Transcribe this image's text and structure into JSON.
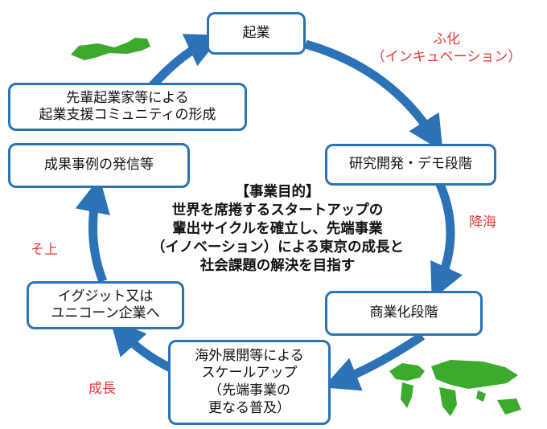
{
  "colors": {
    "arrow": "#2b72b6",
    "box_border": "#2b72b6",
    "accent_text": "#e03c3c",
    "map": "#3caa2d"
  },
  "icons": {
    "japan": "japan-map-icon",
    "world": "world-map-icon"
  },
  "steps": {
    "kigyo": "起業",
    "kenkyu": "研究開発・デモ段階",
    "shogyo": "商業化段階",
    "kaigai": [
      "海外展開等による",
      "スケールアップ",
      "（先端事業の",
      "更なる普及）"
    ],
    "exit": [
      "イグジット又は",
      "ユニコーン企業へ"
    ],
    "hasshin": "成果事例の発信等",
    "community": [
      "先輩起業家等による",
      "起業支援コミュニティの形成"
    ]
  },
  "phases": {
    "incubation": [
      "ふ化",
      "（インキュベーション）"
    ],
    "kokai": "降海",
    "seicho": "成長",
    "sojo": "そ上"
  },
  "purpose": {
    "heading": "【事業目的】",
    "lines": [
      "世界を席捲するスタートアップの",
      "輩出サイクルを確立し、先端事業",
      "（イノベーション）による東京の成長と",
      "社会課題の解決を目指す"
    ]
  }
}
